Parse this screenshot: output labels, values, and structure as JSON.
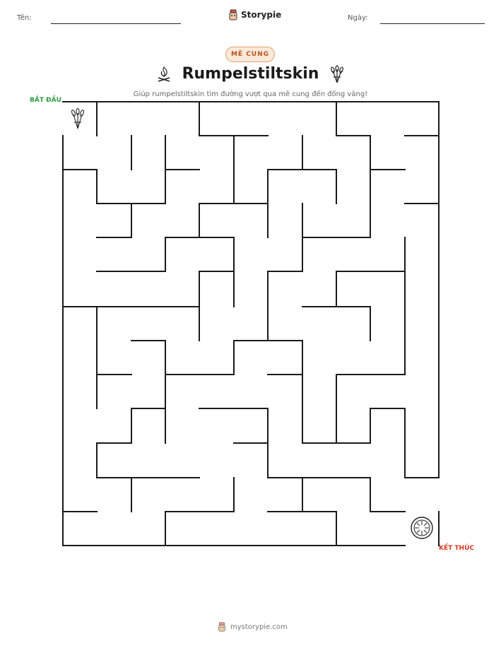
{
  "header": {
    "name_label": "Tên:",
    "date_label": "Ngày:",
    "brand": "Storypie"
  },
  "badge": "MÊ CUNG",
  "title": "Rumpelstiltskin",
  "subtitle": "Giúp rumpelstiltskin tìm đường vượt qua mê cung đến đống vàng!",
  "maze": {
    "start_label": "BẮT ĐẦU",
    "finish_label": "KẾT THÚC",
    "start_icon": "wheat-sheaf-icon",
    "finish_icon": "gold-coin-icon",
    "title_icons": [
      "campfire-icon",
      "wheat-sheaf-icon"
    ]
  },
  "footer": {
    "website": "mystorypie.com"
  },
  "colors": {
    "badge_bg": "#fde9d9",
    "badge_border": "#e0a070",
    "badge_text": "#b4551c",
    "start": "#2f9e44",
    "finish": "#d9381e"
  }
}
